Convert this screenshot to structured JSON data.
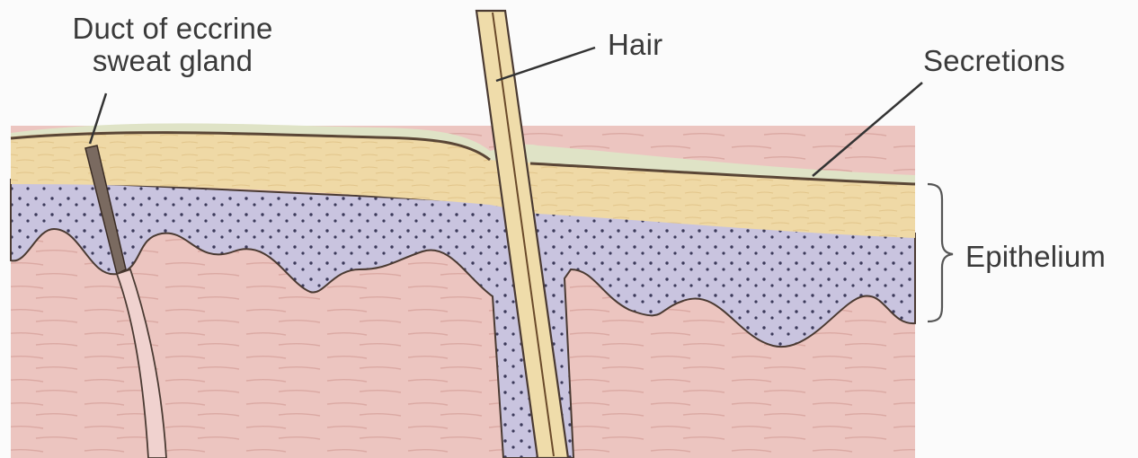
{
  "labels": {
    "duct_line1": "Duct of eccrine",
    "duct_line2": "sweat gland",
    "hair": "Hair",
    "secretions": "Secretions",
    "epithelium": "Epithelium"
  },
  "colors": {
    "background": "#fbfbfb",
    "dermis": "#ecc5c0",
    "dermis_fiber": "#dba9a3",
    "epidermis_basal": "#c9c4df",
    "stratum_corneum": "#efd9a6",
    "secretion_film": "#dfe3c6",
    "hair_shaft": "#efdcaa",
    "outline": "#4a3a32",
    "duct": "#7a6a60",
    "label_text": "#3a3a3a"
  }
}
